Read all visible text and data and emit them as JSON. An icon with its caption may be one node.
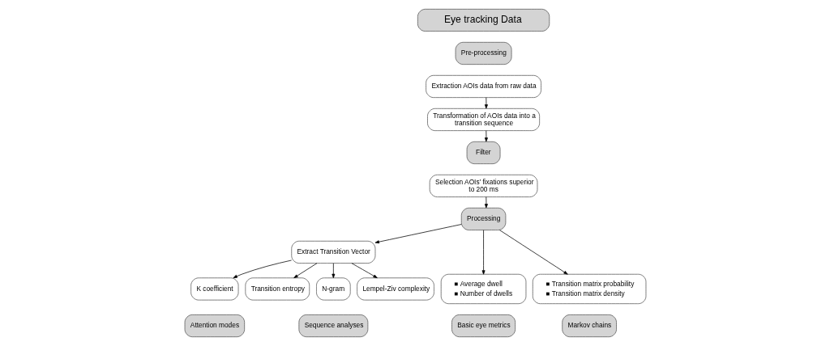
{
  "diagram": {
    "nodes": [
      {
        "text": [
          "Eye tracking Data"
        ]
      },
      {
        "text": [
          "Pre-processing"
        ]
      },
      {
        "text": [
          "Extraction AOIs data from raw data"
        ]
      },
      {
        "text": [
          "Transformation of AOIs data into a transition sequence"
        ]
      },
      {
        "text": [
          "Filter"
        ]
      },
      {
        "text": [
          "Selection AOIs’ fixations superior to 200 ms"
        ]
      },
      {
        "text": [
          "Processing"
        ]
      },
      {
        "text": [
          "Extract Transition Vector"
        ]
      },
      {
        "text": [
          "Average dwell",
          "Number of dwells"
        ]
      },
      {
        "text": [
          "Transition matrix probability",
          "Transition matrix density"
        ]
      },
      {
        "text": [
          "K coefficient"
        ]
      },
      {
        "text": [
          "Transition entropy"
        ]
      },
      {
        "text": [
          "N-gram"
        ]
      },
      {
        "text": [
          "Lempel-Ziv complexity"
        ]
      },
      {
        "text": [
          "Basic eye metrics"
        ]
      },
      {
        "text": [
          "Markov chains"
        ]
      },
      {
        "text": [
          "Attention modes"
        ]
      },
      {
        "text": [
          "Sequence analyses"
        ]
      }
    ],
    "edges": [
      {
        "from": 2,
        "to": 3,
        "arrow": "to"
      },
      {
        "from": 3,
        "to": 4,
        "arrow": "to"
      },
      {
        "from": 5,
        "to": 6,
        "arrow": "to"
      },
      {
        "from": 6,
        "to": 7,
        "arrow": "to"
      },
      {
        "from": 6,
        "to": 8,
        "arrow": "to"
      },
      {
        "from": 6,
        "to": 9,
        "arrow": "to"
      },
      {
        "from": 7,
        "to": 10,
        "arrow": "to"
      },
      {
        "from": 7,
        "to": 11,
        "arrow": "to"
      },
      {
        "from": 7,
        "to": 12,
        "arrow": "to"
      },
      {
        "from": 7,
        "to": 13,
        "arrow": "to"
      }
    ]
  }
}
